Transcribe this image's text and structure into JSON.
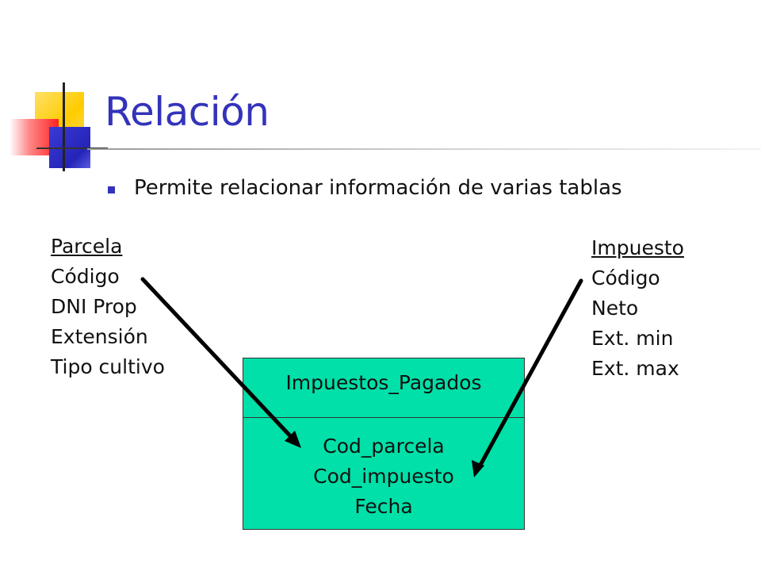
{
  "slide": {
    "title": "Relación",
    "bullet": "Permite relacionar información de varias tablas"
  },
  "entities": {
    "left": {
      "name": "Parcela",
      "fields": [
        "Código",
        "DNI Prop",
        "Extensión",
        "Tipo cultivo"
      ]
    },
    "right": {
      "name": "Impuesto",
      "fields": [
        "Código",
        "Neto",
        "Ext. min",
        "Ext. max"
      ]
    },
    "relation": {
      "name": "Impuestos_Pagados",
      "fields": [
        "Cod_parcela",
        "Cod_impuesto",
        "Fecha"
      ]
    }
  },
  "colors": {
    "title": "#3333bb",
    "relation_fill": "#00e0a8",
    "arrow": "#000000"
  }
}
